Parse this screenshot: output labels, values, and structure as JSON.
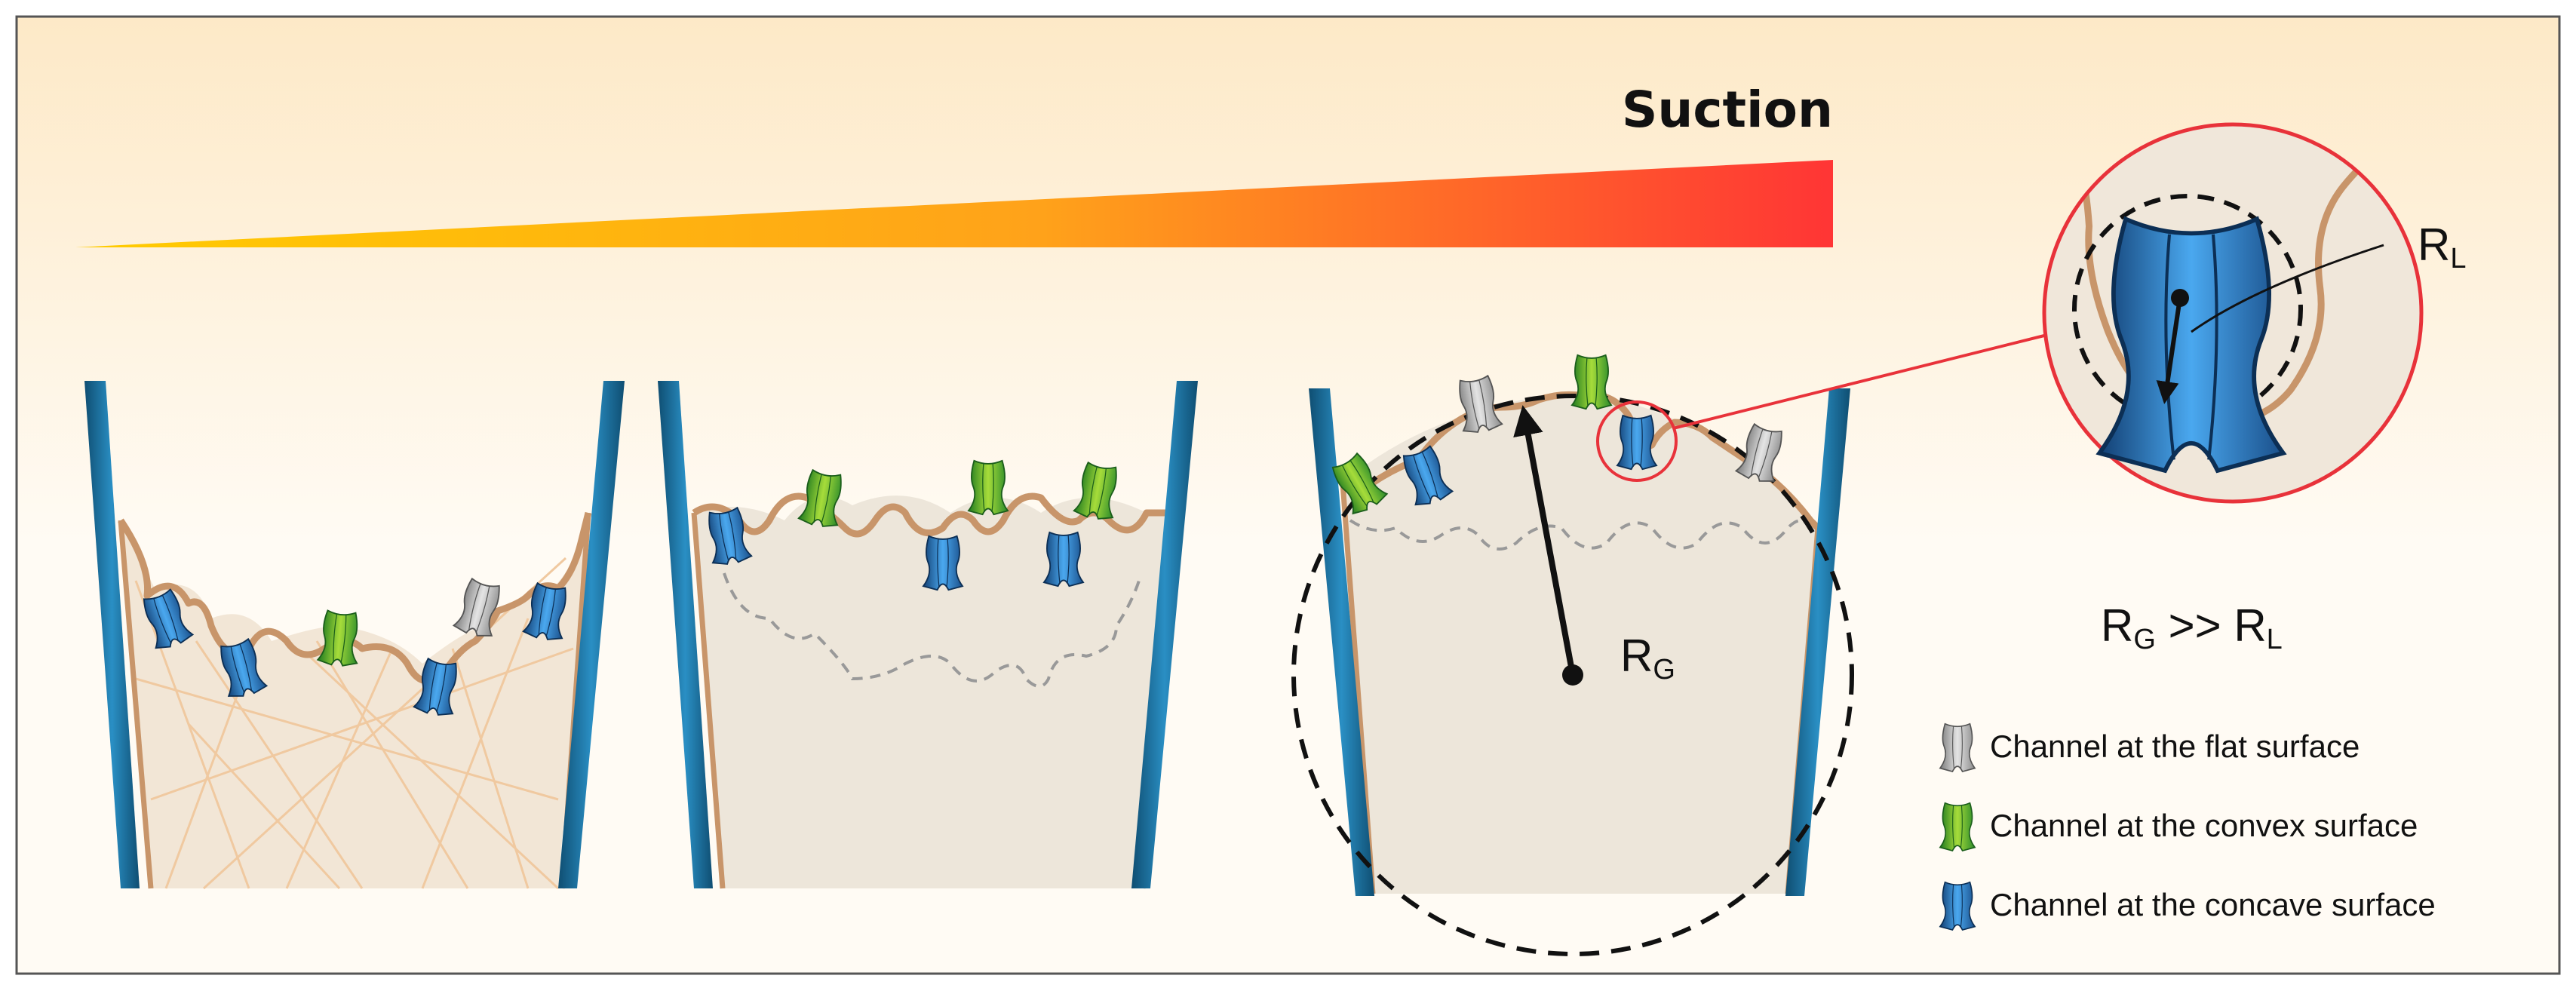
{
  "title": "Suction",
  "labels": {
    "global_radius": "R",
    "global_radius_sub": "G",
    "local_radius": "R",
    "local_radius_sub": "L",
    "relation": {
      "left": "R",
      "left_sub": "G",
      "op": " >> ",
      "right": "R",
      "right_sub": "L"
    }
  },
  "legend": [
    {
      "label": "Channel at the flat surface",
      "icon": "channel-icon",
      "color": "#9a9a9a"
    },
    {
      "label": "Channel at the convex surface",
      "icon": "channel-icon",
      "color": "#3f9f2c"
    },
    {
      "label": "Channel at the concave surface",
      "icon": "channel-icon",
      "color": "#1f5f9f"
    }
  ],
  "colors": {
    "background_top": "#fde9c7",
    "background_bottom": "#fffbf4",
    "wedge_start": "#ffcc00",
    "wedge_end": "#ff3535",
    "pipette": "#1a6e99",
    "membrane": "#c8956a",
    "membrane_fill": "#f0e7da",
    "zoom_ring": "#e8323a"
  },
  "panels": [
    {
      "name": "panel-1",
      "channels": [
        "concave",
        "concave",
        "convex",
        "concave",
        "flat",
        "concave"
      ]
    },
    {
      "name": "panel-2",
      "channels": [
        "concave",
        "convex",
        "convex",
        "concave",
        "convex",
        "concave"
      ]
    },
    {
      "name": "panel-3",
      "channels": [
        "convex",
        "concave",
        "flat",
        "convex",
        "concave",
        "flat"
      ]
    }
  ]
}
